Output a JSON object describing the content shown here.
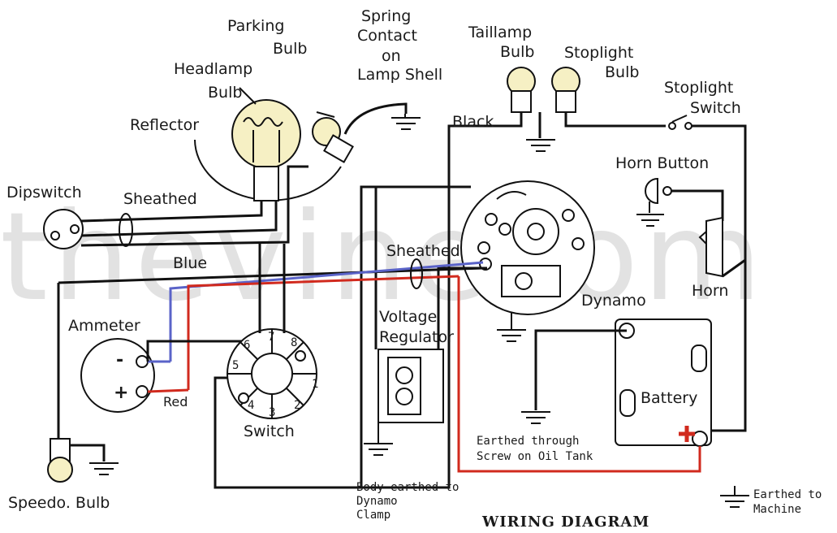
{
  "title": "WIRING DIAGRAM",
  "watermark": "thevinecom",
  "labels": {
    "parking_bulb": [
      "Parking",
      "Bulb"
    ],
    "spring_contact": [
      "Spring",
      "Contact",
      "on",
      "Lamp Shell"
    ],
    "taillamp_bulb": [
      "Taillamp",
      "Bulb"
    ],
    "stoplight_bulb": [
      "Stoplight",
      "Bulb"
    ],
    "stoplight_switch": [
      "Stoplight",
      "Switch"
    ],
    "headlamp_bulb": [
      "Headlamp",
      "Bulb"
    ],
    "reflector": "Reflector",
    "black": "Black",
    "dipswitch": "Dipswitch",
    "sheathed_left": "Sheathed",
    "sheathed_mid": "Sheathed",
    "horn_button": "Horn Button",
    "blue": "Blue",
    "horn": "Horn",
    "ammeter": "Ammeter",
    "minus": "-",
    "plus": "+",
    "red": "Red",
    "voltage_regulator": [
      "Voltage",
      "Regulator"
    ],
    "dynamo": "Dynamo",
    "battery": "Battery",
    "switch": "Switch",
    "earthed_through": [
      "Earthed through",
      "Screw on Oil Tank"
    ],
    "body_earthed": [
      "Body earthed to",
      "Dynamo",
      "Clamp"
    ],
    "speedo_bulb": "Speedo. Bulb",
    "earthed_machine": [
      "Earthed to",
      "Machine"
    ]
  },
  "switch_terminals": [
    "1",
    "2",
    "3",
    "4",
    "5",
    "6",
    "7",
    "8"
  ],
  "colors": {
    "red_wire": "#d12a1e",
    "blue_wire": "#5a63c8",
    "bulb_fill": "#f6f0c4",
    "ink": "#111111"
  }
}
